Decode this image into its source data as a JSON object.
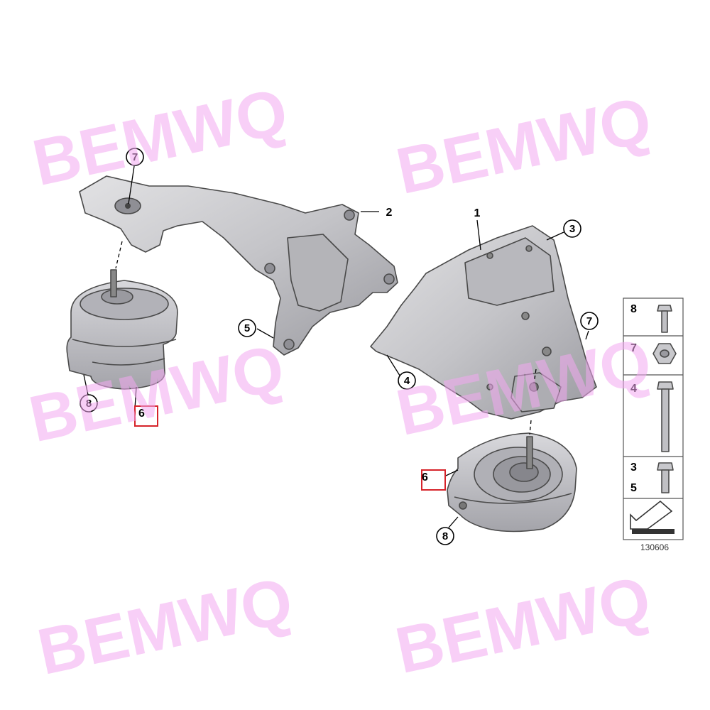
{
  "diagram": {
    "callouts": {
      "c7_left": "7",
      "c2": "2",
      "c5": "5",
      "c8_left": "8",
      "c6_left": "6",
      "c1": "1",
      "c3": "3",
      "c7_right": "7",
      "c4": "4",
      "c6_right": "6",
      "c8_right": "8"
    },
    "legend": {
      "rows": [
        "8",
        "7",
        "4",
        "3",
        "5"
      ]
    },
    "reference_code": "130606",
    "watermark": "BEMWQ",
    "colors": {
      "metal": "#c9c9cc",
      "metal_dark": "#9fa0a4",
      "outline": "#4a4a4a",
      "highlight": "#d6232a",
      "watermark": "#f2a8f0"
    }
  }
}
